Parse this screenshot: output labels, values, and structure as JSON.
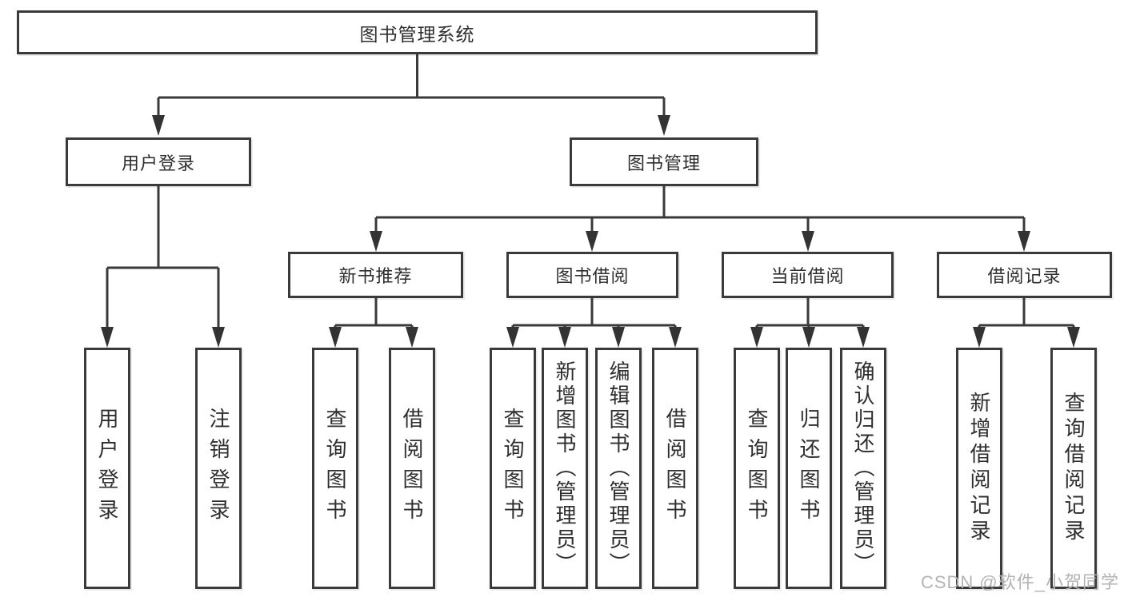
{
  "diagram": {
    "root": "图书管理系统",
    "user_branch": {
      "label": "用户登录",
      "children": [
        "用户登录",
        "注销登录"
      ]
    },
    "book_branch": {
      "label": "图书管理",
      "sections": [
        {
          "label": "新书推荐",
          "children": [
            "查询图书",
            "借阅图书"
          ]
        },
        {
          "label": "图书借阅",
          "children": [
            "查询图书",
            "新增图书（管理员）",
            "编辑图书（管理员）",
            "借阅图书"
          ]
        },
        {
          "label": "当前借阅",
          "children": [
            "查询图书",
            "归还图书",
            "确认归还（管理员）"
          ]
        },
        {
          "label": "借阅记录",
          "children": [
            "新增借阅记录",
            "查询借阅记录"
          ]
        }
      ]
    }
  },
  "watermark": "CSDN @软件_小贺同学",
  "colors": {
    "line": "#3a3a3a",
    "text": "#2e2e2e",
    "watermark": "#b3b3b3"
  }
}
